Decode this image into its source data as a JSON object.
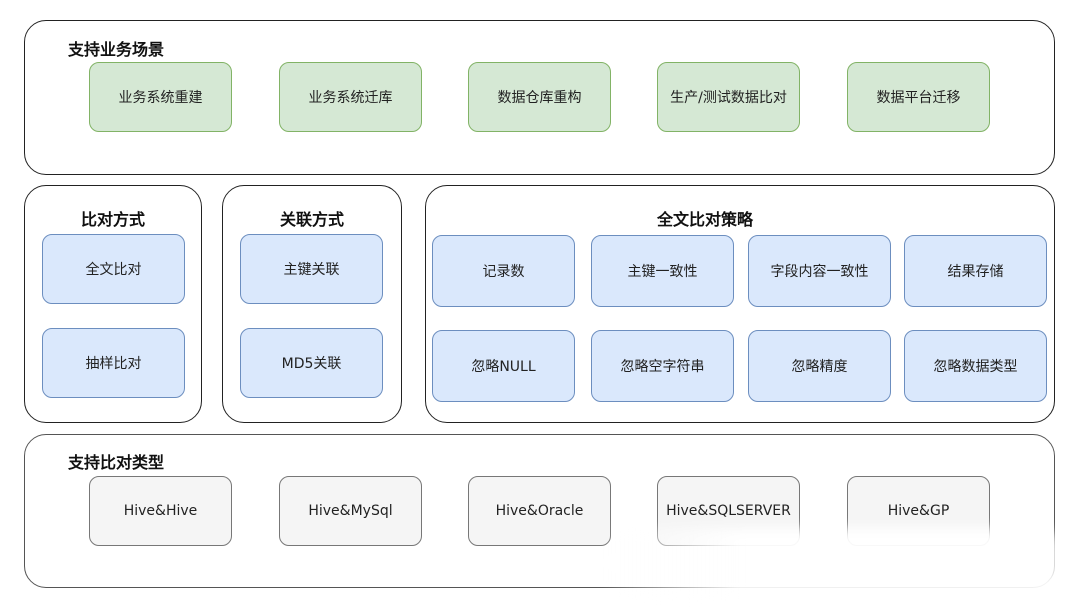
{
  "scenarios": {
    "title": "支持业务场景",
    "items": [
      "业务系统重建",
      "业务系统迁库",
      "数据仓库重构",
      "生产/测试数据比对",
      "数据平台迁移"
    ]
  },
  "compare_mode": {
    "title": "比对方式",
    "items": [
      "全文比对",
      "抽样比对"
    ]
  },
  "join_mode": {
    "title": "关联方式",
    "items": [
      "主键关联",
      "MD5关联"
    ]
  },
  "strategy": {
    "title": "全文比对策略",
    "items": [
      "记录数",
      "主键一致性",
      "字段内容一致性",
      "结果存储",
      "忽略NULL",
      "忽略空字符串",
      "忽略精度",
      "忽略数据类型"
    ]
  },
  "types": {
    "title": "支持比对类型",
    "items": [
      "Hive&Hive",
      "Hive&MySql",
      "Hive&Oracle",
      "Hive&SQLSERVER",
      "Hive&GP"
    ]
  },
  "colors": {
    "green_fill": "#d5e8d4",
    "green_stroke": "#82b366",
    "blue_fill": "#dae8fc",
    "blue_stroke": "#6c8ebf",
    "gray_fill": "#f5f5f5",
    "gray_stroke": "#777777"
  }
}
